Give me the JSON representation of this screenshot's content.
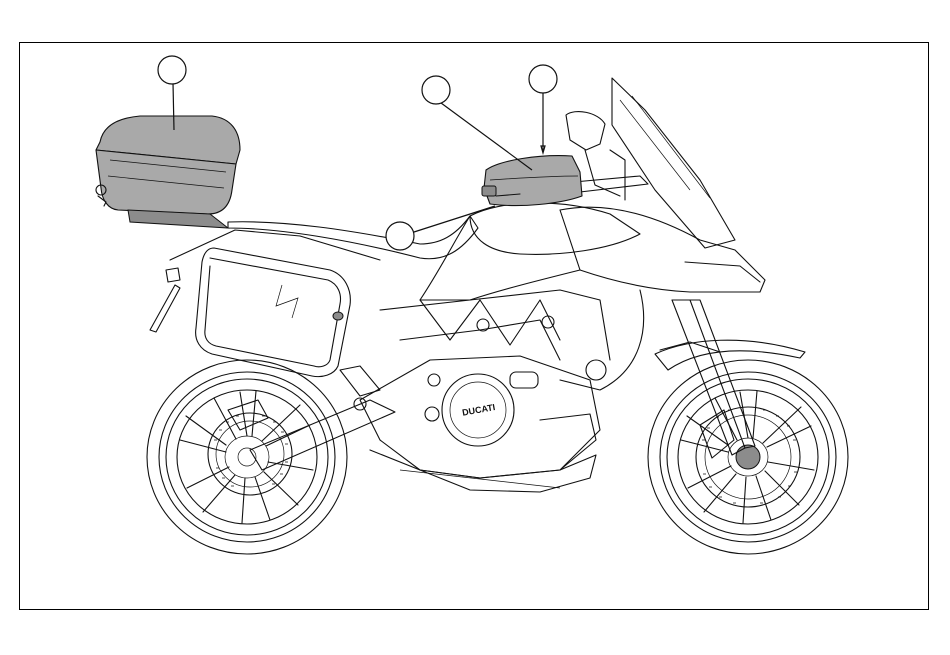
{
  "figure": {
    "subject": "motorcycle-with-luggage",
    "brand_mark": "DUCATI",
    "callouts": [
      {
        "id": "callout-top-case",
        "label": ""
      },
      {
        "id": "callout-tank-bag-front",
        "label": ""
      },
      {
        "id": "callout-tank-bag-rear",
        "label": ""
      },
      {
        "id": "callout-tank-bag-strap",
        "label": ""
      }
    ],
    "colors": {
      "line": "#111111",
      "shaded_luggage": "#a9a9a9",
      "background": "#ffffff"
    }
  }
}
